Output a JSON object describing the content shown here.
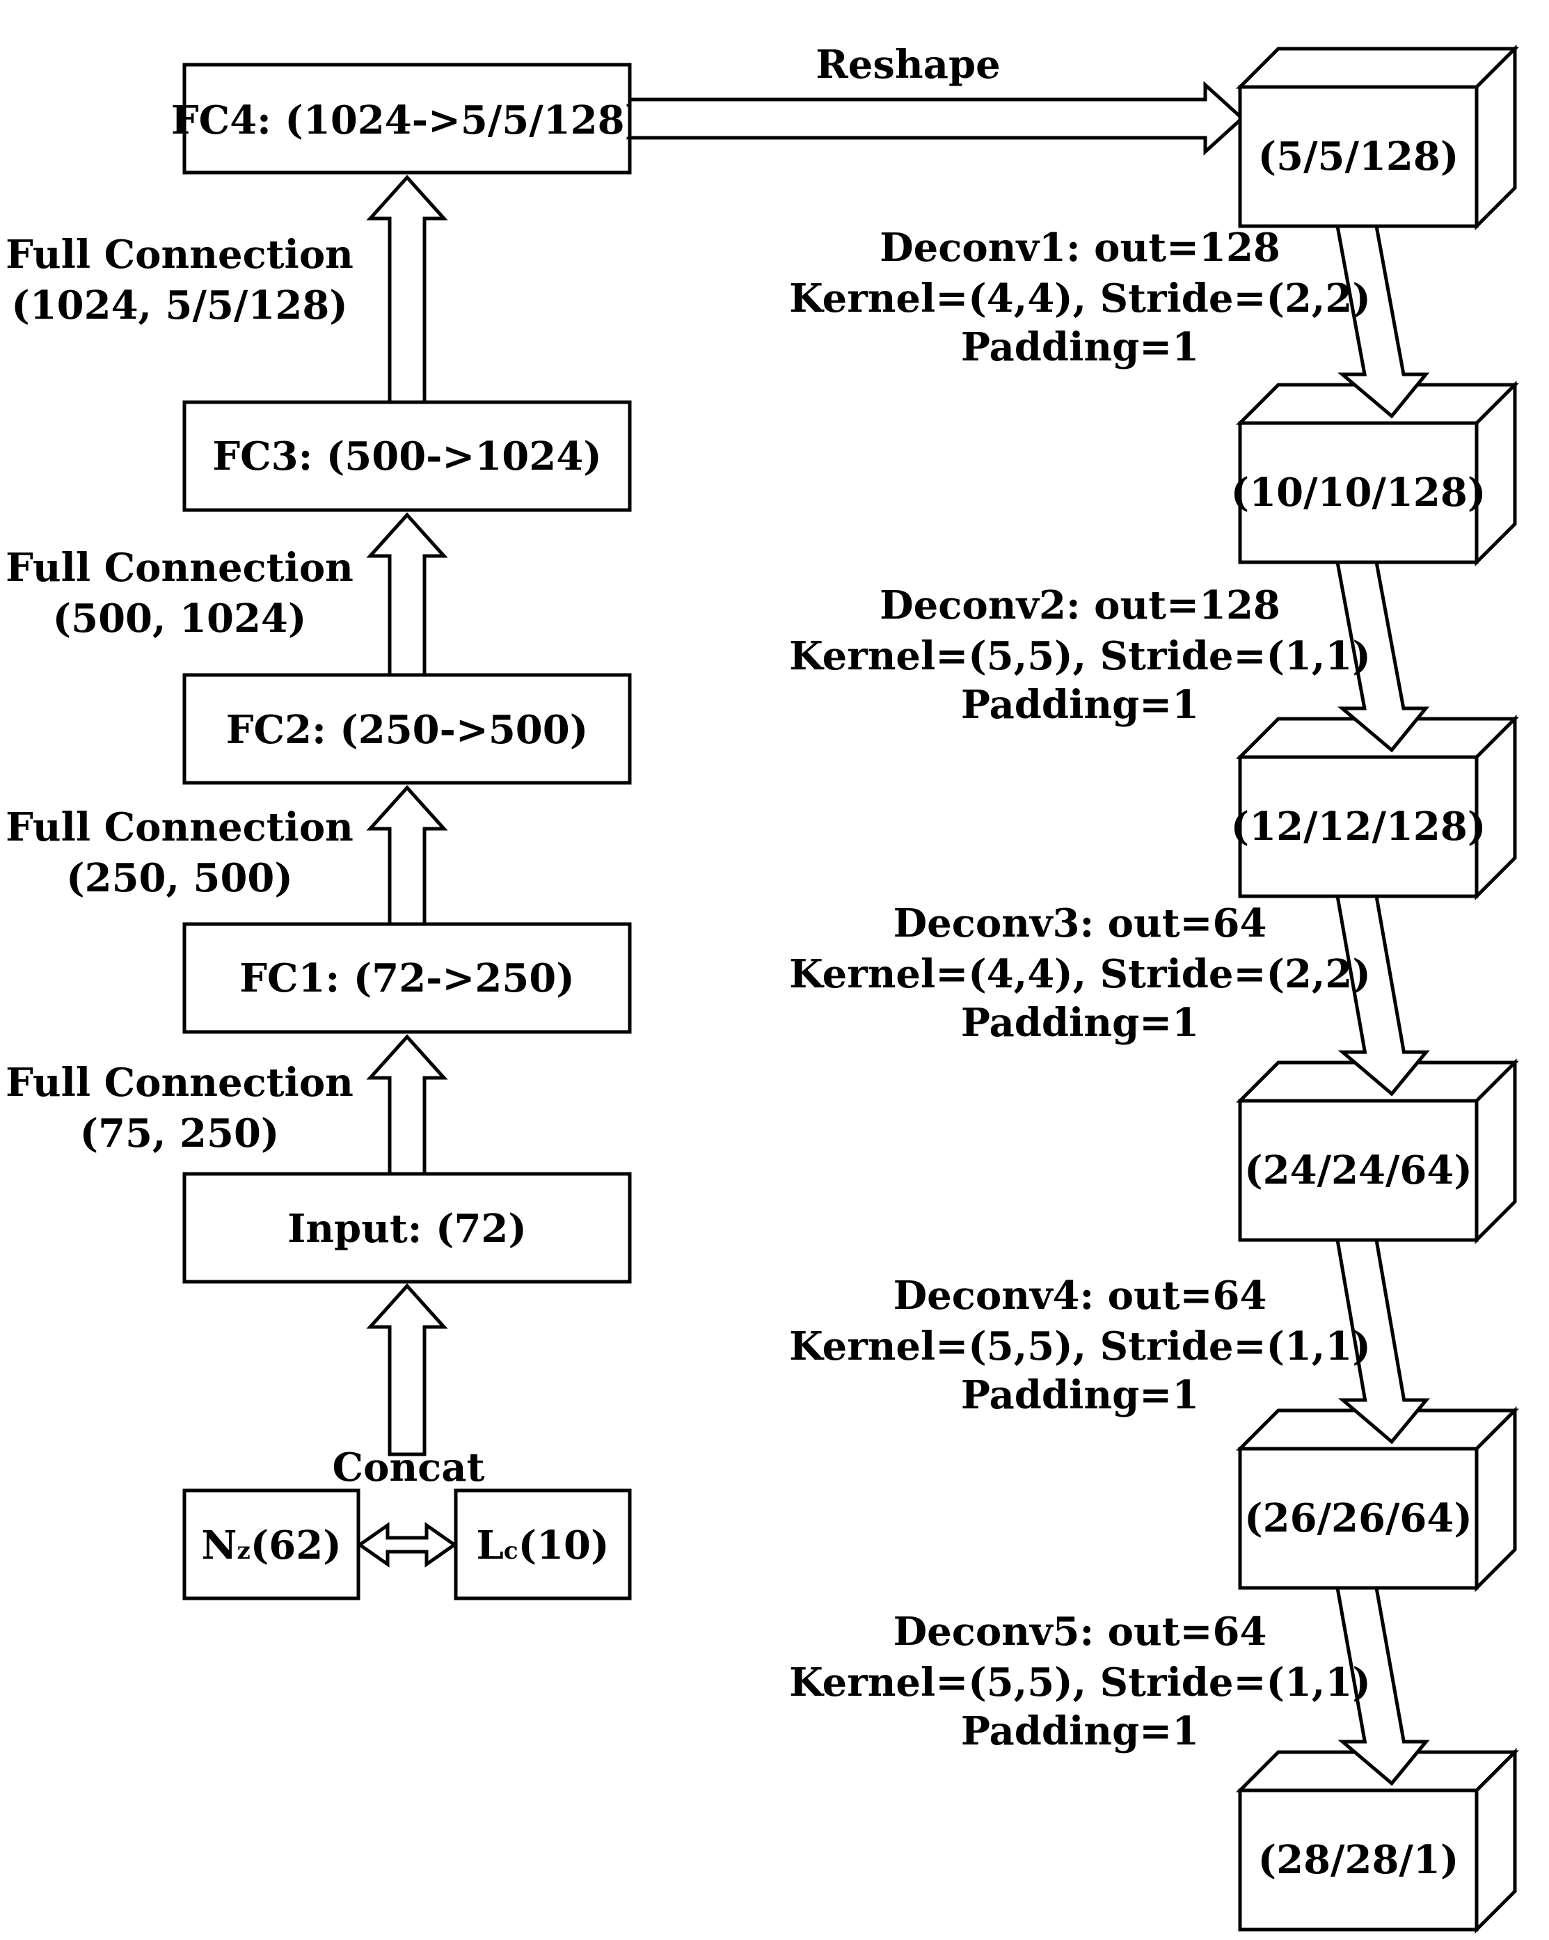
{
  "colors": {
    "stroke": "#000000",
    "fill": "#ffffff"
  },
  "left": {
    "fc4": "FC4: (1024->5/5/128)",
    "fc3": "FC3: (500->1024)",
    "fc2": "FC2: (250->500)",
    "fc1": "FC1: (72->250)",
    "input": "Input: (72)",
    "concat": "Concat",
    "nz": {
      "main": "N",
      "sub": "z",
      "tail": "(62)"
    },
    "lc": {
      "main": "L",
      "sub": "c",
      "tail": "(10)"
    },
    "conn4": [
      "Full Connection",
      "(1024, 5/5/128)"
    ],
    "conn3": [
      "Full Connection",
      "(500, 1024)"
    ],
    "conn2": [
      "Full Connection",
      "(250, 500)"
    ],
    "conn1": [
      "Full Connection",
      "(75, 250)"
    ]
  },
  "reshape": "Reshape",
  "cubes": [
    "(5/5/128)",
    "(10/10/128)",
    "(12/12/128)",
    "(24/24/64)",
    "(26/26/64)",
    "(28/28/1)"
  ],
  "deconv": [
    [
      "Deconv1: out=128",
      "Kernel=(4,4), Stride=(2,2)",
      "Padding=1"
    ],
    [
      "Deconv2: out=128",
      "Kernel=(5,5), Stride=(1,1)",
      "Padding=1"
    ],
    [
      "Deconv3: out=64",
      "Kernel=(4,4), Stride=(2,2)",
      "Padding=1"
    ],
    [
      "Deconv4: out=64",
      "Kernel=(5,5), Stride=(1,1)",
      "Padding=1"
    ],
    [
      "Deconv5: out=64",
      "Kernel=(5,5), Stride=(1,1)",
      "Padding=1"
    ]
  ]
}
